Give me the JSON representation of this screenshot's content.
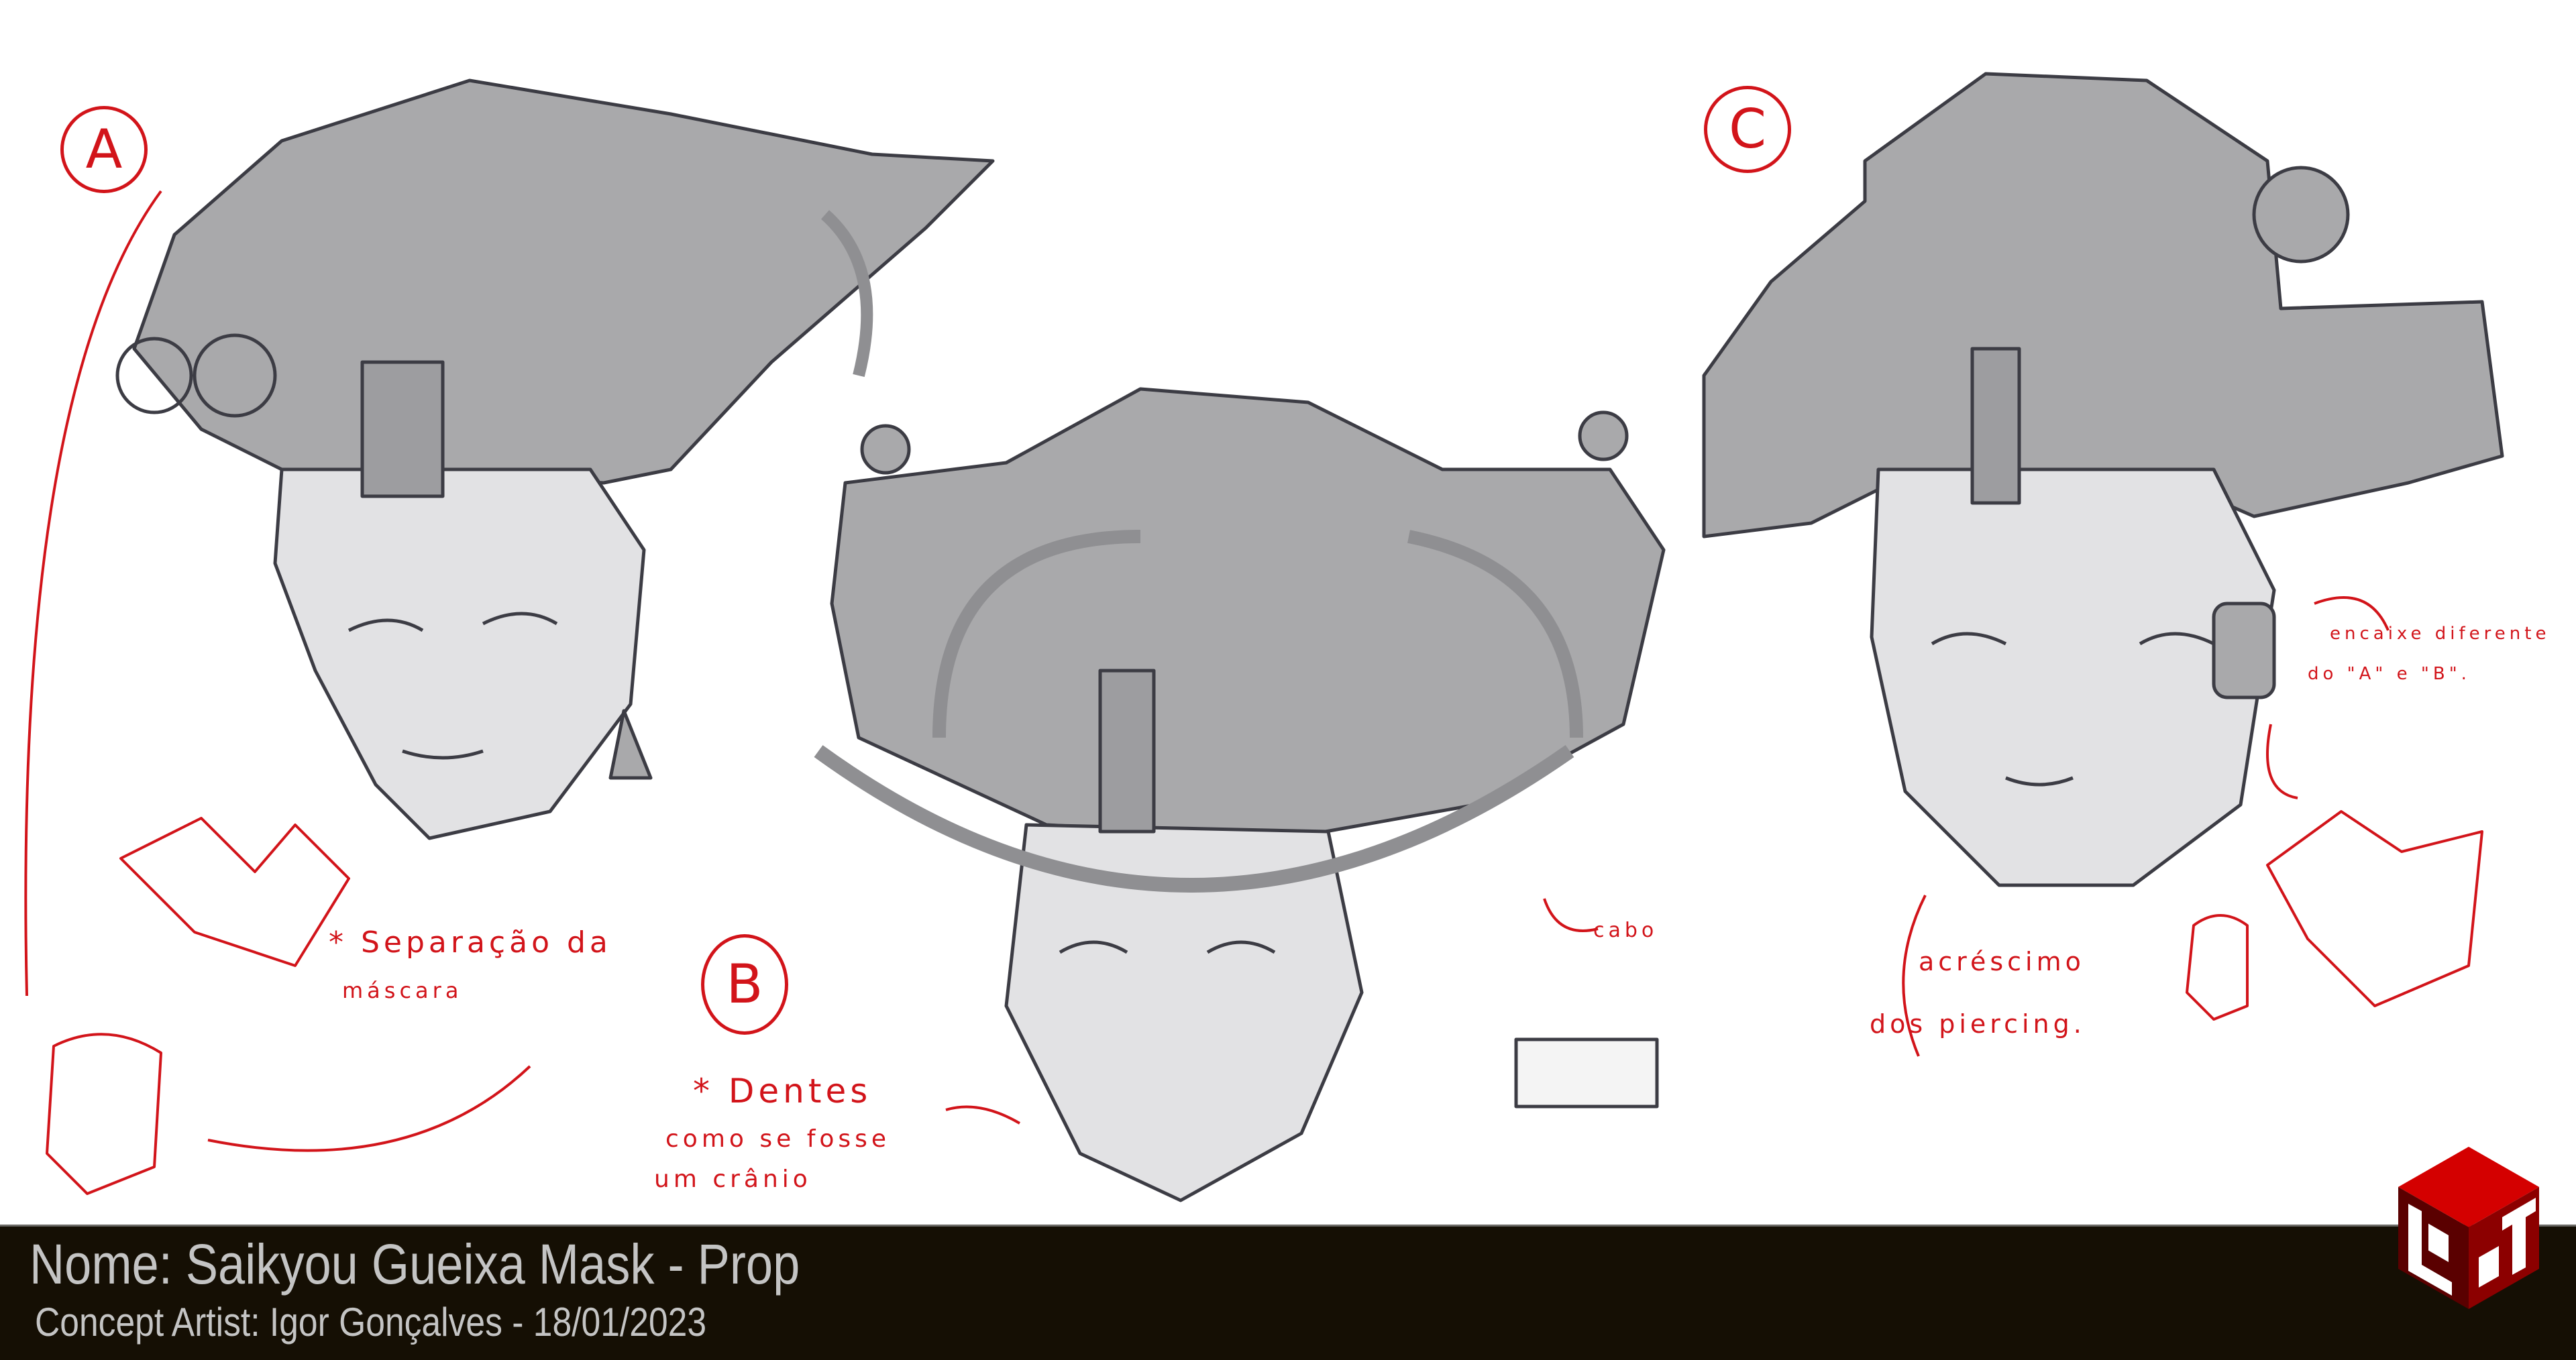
{
  "variants": [
    {
      "label": "A",
      "notes": [
        "* Separação da",
        "máscara"
      ]
    },
    {
      "label": "B",
      "notes": [
        "* Dentes",
        "como se fosse",
        "um crânio",
        "cabo"
      ]
    },
    {
      "label": "C",
      "notes": [
        "acréscimo",
        "dos piercing.",
        "encaixe diferente",
        "do \"A\" e \"B\"."
      ]
    }
  ],
  "footer": {
    "title": "Nome: Saikyou Gueixa Mask - Prop",
    "credit": "Concept Artist: Igor Gonçalves - 18/01/2023"
  },
  "logo": {
    "text": "LOOT",
    "color": "#d40000"
  },
  "colors": {
    "annotation": "#d2141a",
    "sketch_fill": "#a9a9ab",
    "face_fill": "#e2e2e4",
    "footer_bg": "#150f04"
  }
}
